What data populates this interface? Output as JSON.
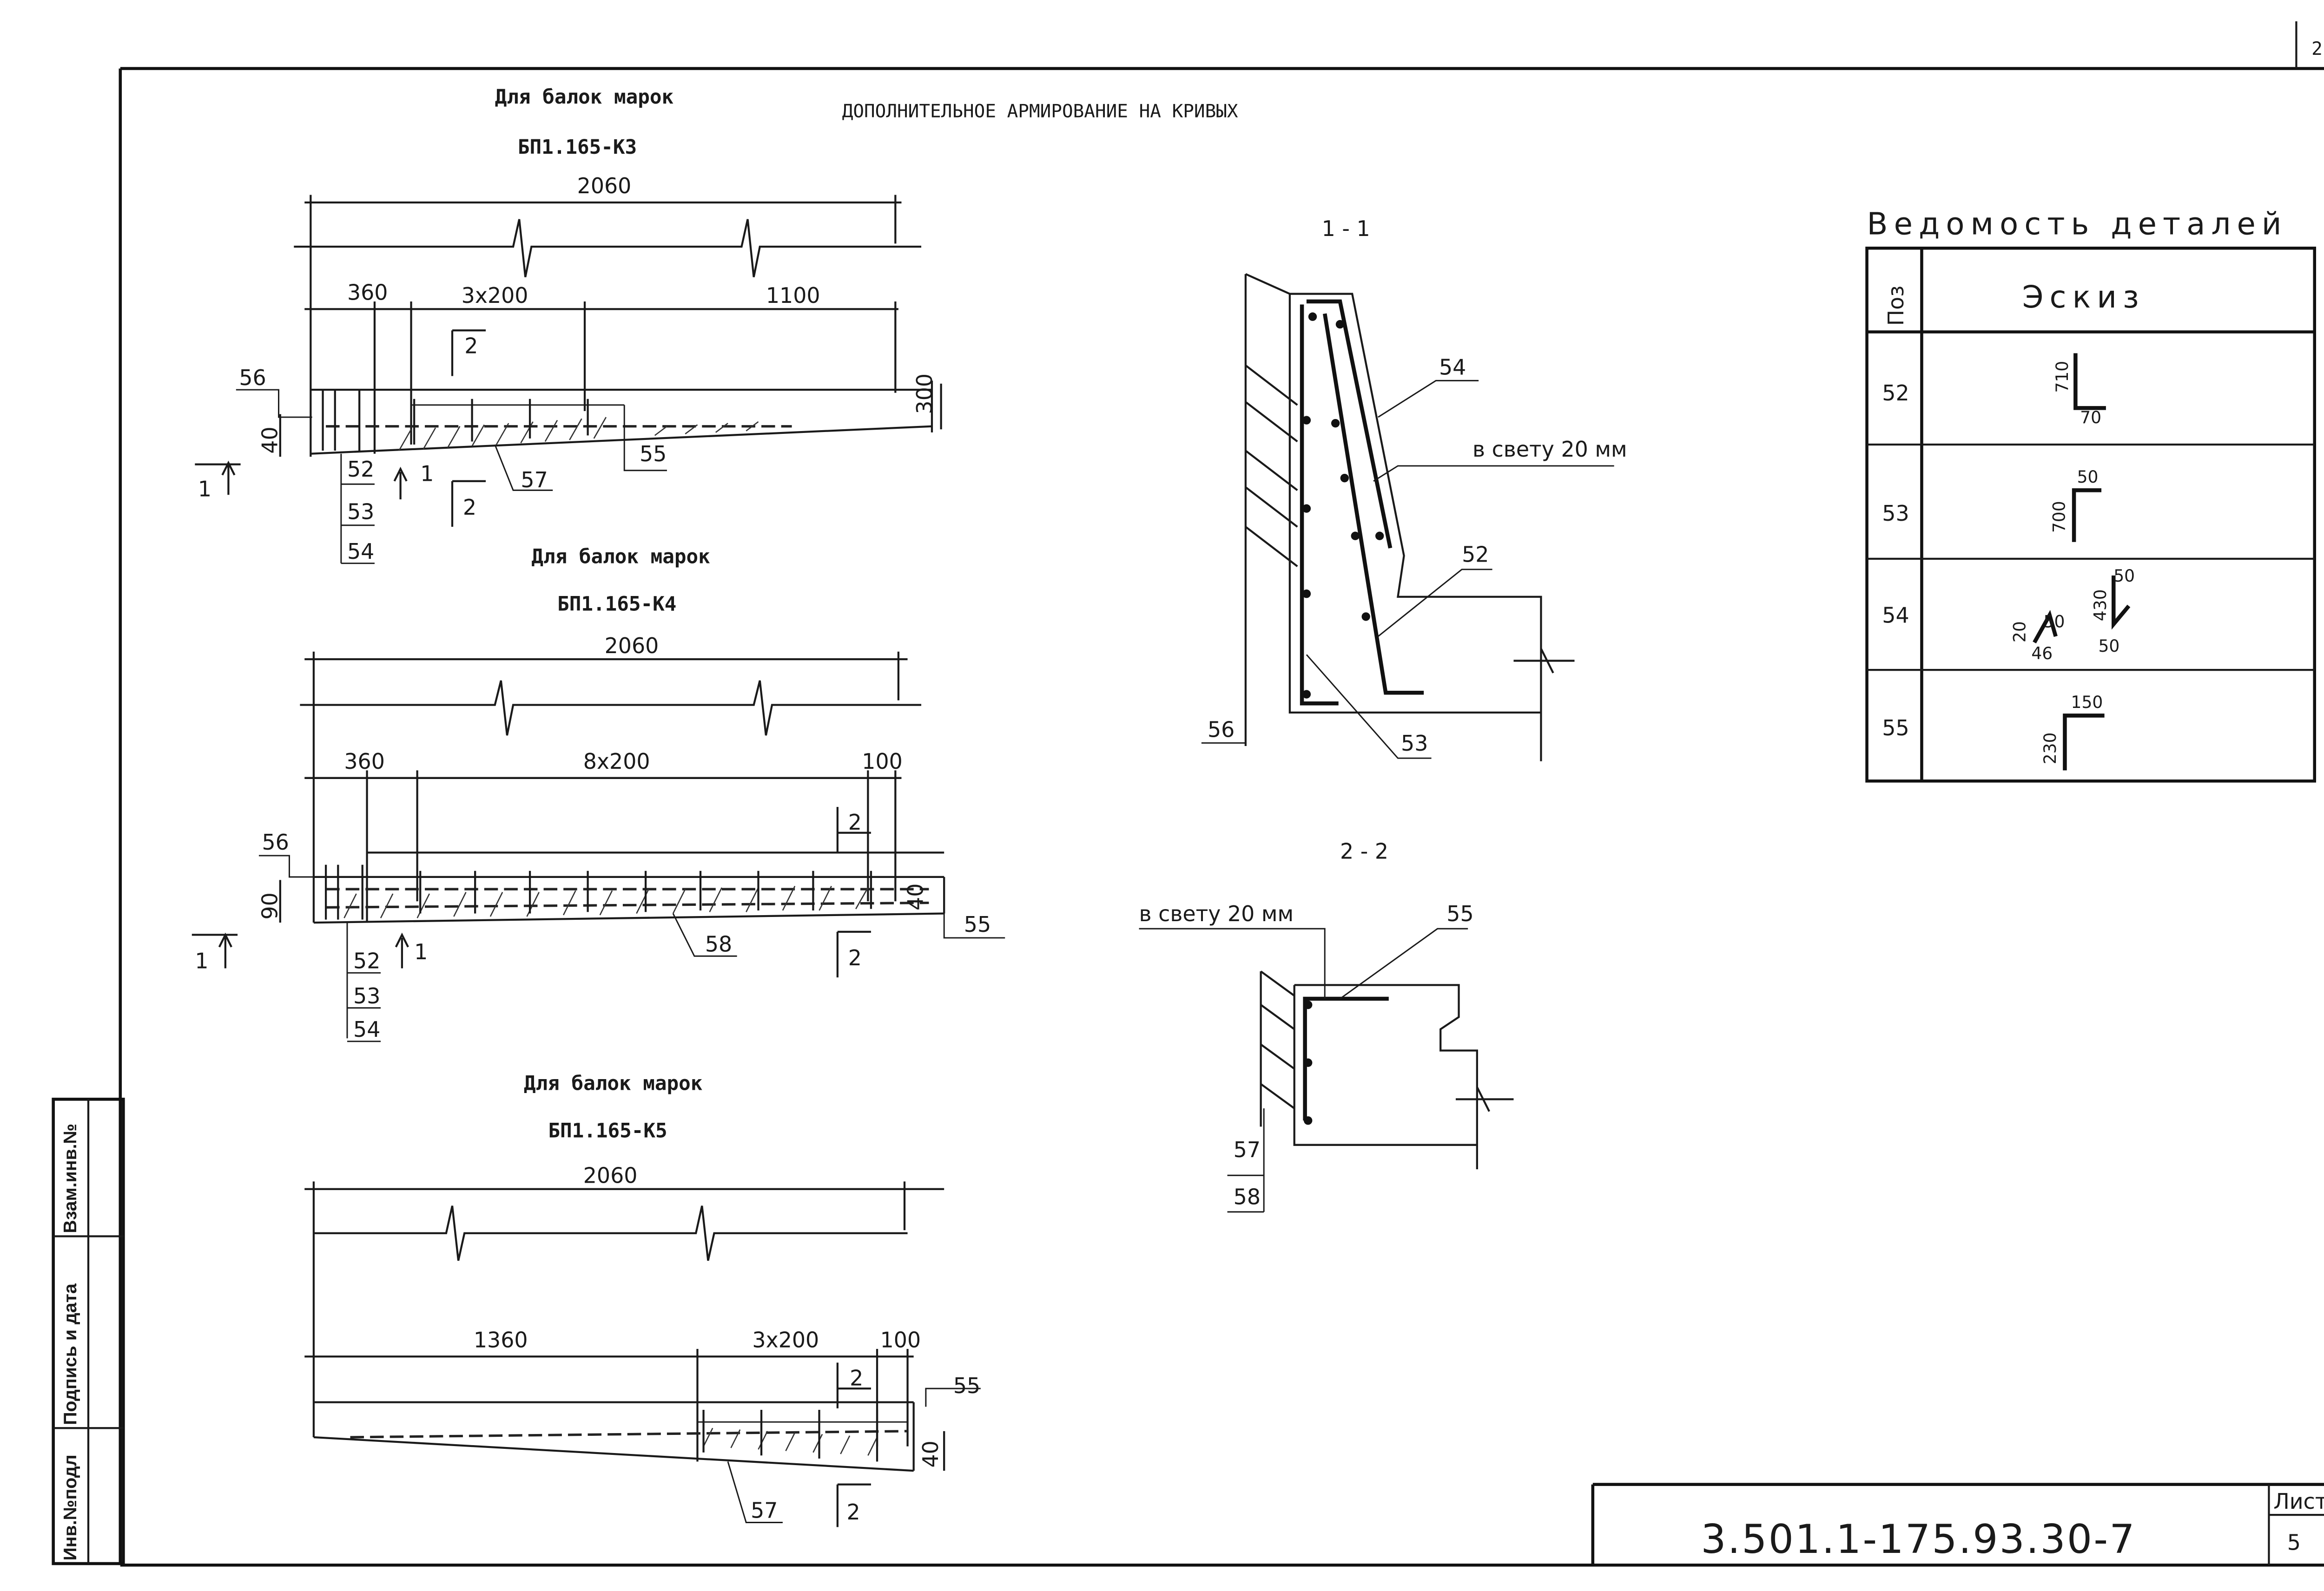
{
  "sheet": {
    "corner_page": "2",
    "title": "ДОПОЛНИТЕЛЬНОЕ АРМИРОВАНИЕ НА КРИВЫХ",
    "doc_code": "3.501.1-175.93.30-7",
    "list_label": "Лист",
    "list_number": "5"
  },
  "side_stamp": {
    "inv_podl": "Инв.№подл",
    "sign_date": "Подпись и дата",
    "vzam_inv": "Взам.инв.№"
  },
  "views": {
    "k3": {
      "header": "Для балок марок",
      "mark": "БП1.165-К3",
      "dims": {
        "overall": "2060",
        "a": "360",
        "b": "3x200",
        "c": "1100",
        "h": "300",
        "d": "40"
      },
      "pos": [
        "56",
        "52",
        "53",
        "54",
        "57",
        "55"
      ],
      "section_1": "1",
      "section_2": "2"
    },
    "k4": {
      "header": "Для балок марок",
      "mark": "БП1.165-К4",
      "dims": {
        "overall": "2060",
        "a": "360",
        "b": "8x200",
        "c": "100",
        "d1": "90",
        "d2": "40"
      },
      "pos": [
        "56",
        "52",
        "53",
        "54",
        "58",
        "55"
      ],
      "section_1": "1",
      "section_2": "2"
    },
    "k5": {
      "header": "Для балок марок",
      "mark": "БП1.165-К5",
      "dims": {
        "overall": "2060",
        "a": "1360",
        "b": "3x200",
        "c": "100",
        "d": "40"
      },
      "pos": [
        "55",
        "57"
      ],
      "section_2": "2"
    }
  },
  "sections": {
    "s11": {
      "title": "1 - 1",
      "clear": "в свету 20 мм",
      "pos": [
        "54",
        "52",
        "56",
        "53"
      ]
    },
    "s22": {
      "title": "2 - 2",
      "clear": "в свету 20 мм",
      "pos": [
        "55",
        "57",
        "58"
      ]
    }
  },
  "details": {
    "title": "Ведомость деталей",
    "col_pos": "Поз",
    "col_sketch": "Эскиз",
    "rows": [
      {
        "pos": "52",
        "v": [
          "710",
          "70"
        ]
      },
      {
        "pos": "53",
        "v": [
          "50",
          "700"
        ]
      },
      {
        "pos": "54",
        "v": [
          "50",
          "430",
          "20",
          "50",
          "46",
          "50"
        ]
      },
      {
        "pos": "55",
        "v": [
          "150",
          "230"
        ]
      }
    ]
  }
}
